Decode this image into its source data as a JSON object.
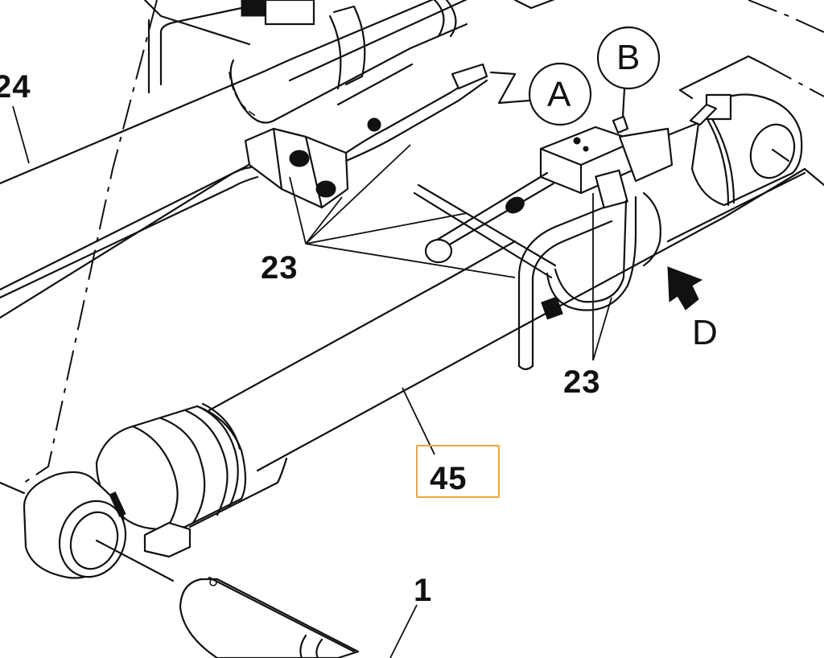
{
  "diagram": {
    "type": "exploded-parts-diagram",
    "subject": "hydraulic cylinder assembly with hose routing",
    "highlight_color": "#f0a53c",
    "callouts": [
      {
        "id": "callout-24",
        "label": "24"
      },
      {
        "id": "callout-23-upper",
        "label": "23"
      },
      {
        "id": "callout-23-lower",
        "label": "23"
      },
      {
        "id": "callout-45",
        "label": "45",
        "highlighted": true
      },
      {
        "id": "callout-1",
        "label": "1"
      }
    ],
    "detail_markers": [
      {
        "id": "detail-a",
        "label": "A"
      },
      {
        "id": "detail-b",
        "label": "B"
      }
    ],
    "view_arrow": {
      "label": "D"
    }
  }
}
